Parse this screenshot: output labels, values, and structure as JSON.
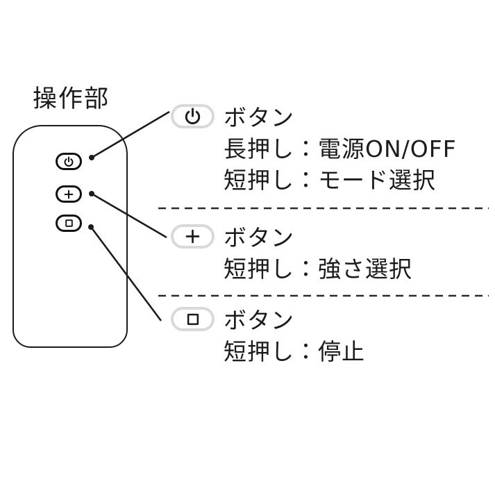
{
  "title": "操作部",
  "colors": {
    "ink": "#1b1b1b",
    "pill_border": "#d9d9d9",
    "background": "#ffffff"
  },
  "remote": {
    "buttons": [
      {
        "id": "power",
        "icon": "power-icon"
      },
      {
        "id": "plus",
        "icon": "plus-icon"
      },
      {
        "id": "stop",
        "icon": "square-icon"
      }
    ]
  },
  "legend": {
    "entries": [
      {
        "icon": "power-icon",
        "label": "ボタン",
        "lines": [
          "長押し：電源ON/OFF",
          "短押し：モード選択"
        ]
      },
      {
        "icon": "plus-icon",
        "label": "ボタン",
        "lines": [
          "短押し：強さ選択"
        ]
      },
      {
        "icon": "square-icon",
        "label": "ボタン",
        "lines": [
          "短押し：停止"
        ]
      }
    ]
  }
}
